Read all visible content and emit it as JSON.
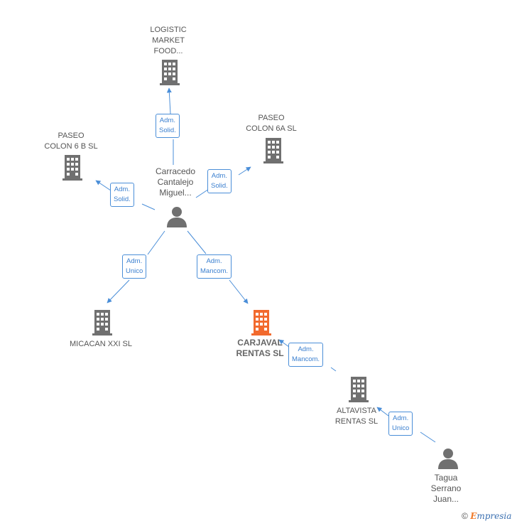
{
  "nodes": {
    "logistic": {
      "label": "LOGISTIC\nMARKET\nFOOD..."
    },
    "paseo_colon_6a": {
      "label": "PASEO\nCOLON 6A SL"
    },
    "paseo_colon_6b": {
      "label": "PASEO\nCOLON 6 B SL"
    },
    "person_carracedo": {
      "label": "Carracedo\nCantalejo\nMiguel..."
    },
    "micacan": {
      "label": "MICACAN XXI SL"
    },
    "carjaval": {
      "label": "CARJAVAL\nRENTAS SL"
    },
    "altavista": {
      "label": "ALTAVISTA\nRENTAS SL"
    },
    "person_tagua": {
      "label": "Tagua\nSerrano\nJuan..."
    }
  },
  "edges": [
    {
      "label": "Adm.\nSolid.",
      "from": "person_carracedo",
      "to": "logistic"
    },
    {
      "label": "Adm.\nSolid.",
      "from": "person_carracedo",
      "to": "paseo_colon_6a"
    },
    {
      "label": "Adm.\nSolid.",
      "from": "person_carracedo",
      "to": "paseo_colon_6b"
    },
    {
      "label": "Adm.\nUnico",
      "from": "person_carracedo",
      "to": "micacan"
    },
    {
      "label": "Adm.\nMancom.",
      "from": "person_carracedo",
      "to": "carjaval"
    },
    {
      "label": "Adm.\nMancom.",
      "from": "altavista",
      "to": "carjaval"
    },
    {
      "label": "Adm.\nUnico",
      "from": "person_tagua",
      "to": "altavista"
    }
  ],
  "colors": {
    "edge": "#4a8ed8",
    "building": "#707070",
    "focus_building": "#f26a2e",
    "person": "#707070"
  },
  "footer": {
    "copyright": "©",
    "brand_e": "E",
    "brand_rest": "mpresia"
  }
}
